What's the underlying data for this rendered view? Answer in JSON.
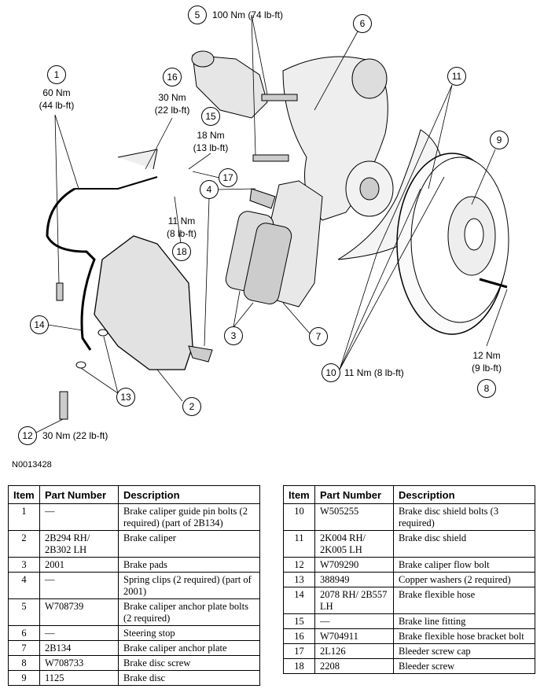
{
  "figure_id": "N0013428",
  "callouts": [
    {
      "num": "1",
      "torque": [
        "60 Nm",
        "(44 lb-ft)"
      ]
    },
    {
      "num": "2"
    },
    {
      "num": "3"
    },
    {
      "num": "4"
    },
    {
      "num": "5",
      "torque": [
        "100 Nm (74 lb-ft)"
      ]
    },
    {
      "num": "6"
    },
    {
      "num": "7"
    },
    {
      "num": "8",
      "torque": [
        "12 Nm",
        "(9 lb-ft)"
      ]
    },
    {
      "num": "9"
    },
    {
      "num": "10",
      "torque": [
        "11 Nm (8 lb-ft)"
      ]
    },
    {
      "num": "11"
    },
    {
      "num": "12",
      "torque": [
        "30 Nm (22 lb-ft)"
      ]
    },
    {
      "num": "13"
    },
    {
      "num": "14"
    },
    {
      "num": "15",
      "torque": [
        "18 Nm",
        "(13 lb-ft)"
      ]
    },
    {
      "num": "16",
      "torque": [
        "30 Nm",
        "(22 lb-ft)"
      ]
    },
    {
      "num": "17"
    },
    {
      "num": "18",
      "torque": [
        "11 Nm",
        "(8 lb-ft)"
      ]
    }
  ],
  "table": {
    "headers": [
      "Item",
      "Part Number",
      "Description"
    ],
    "left_rows": [
      [
        "1",
        "—",
        "Brake caliper guide pin bolts (2 required) (part of 2B134)"
      ],
      [
        "2",
        "2B294 RH/ 2B302 LH",
        "Brake caliper"
      ],
      [
        "3",
        "2001",
        "Brake pads"
      ],
      [
        "4",
        "—",
        "Spring clips (2 required) (part of 2001)"
      ],
      [
        "5",
        "W708739",
        "Brake caliper anchor plate bolts (2 required)"
      ],
      [
        "6",
        "—",
        "Steering stop"
      ],
      [
        "7",
        "2B134",
        "Brake caliper anchor plate"
      ],
      [
        "8",
        "W708733",
        "Brake disc screw"
      ],
      [
        "9",
        "1125",
        "Brake disc"
      ]
    ],
    "right_rows": [
      [
        "10",
        "W505255",
        "Brake disc shield bolts (3 required)"
      ],
      [
        "11",
        "2K004 RH/ 2K005 LH",
        "Brake disc shield"
      ],
      [
        "12",
        "W709290",
        "Brake caliper flow bolt"
      ],
      [
        "13",
        "388949",
        "Copper washers (2 required)"
      ],
      [
        "14",
        "2078 RH/ 2B557 LH",
        "Brake flexible hose"
      ],
      [
        "15",
        "—",
        "Brake line fitting"
      ],
      [
        "16",
        "W704911",
        "Brake flexible hose bracket bolt"
      ],
      [
        "17",
        "2L126",
        "Bleeder screw cap"
      ],
      [
        "18",
        "2208",
        "Bleeder screw"
      ]
    ]
  }
}
